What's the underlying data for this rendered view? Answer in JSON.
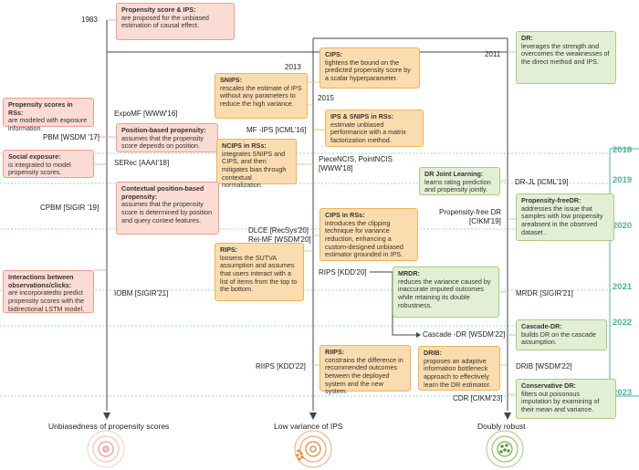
{
  "years": [
    "2018",
    "2019",
    "2020",
    "2021",
    "2022",
    "2023"
  ],
  "methods": [
    {
      "id": "m1983",
      "text": "1983"
    },
    {
      "id": "m2013",
      "text": "2013"
    },
    {
      "id": "m2015",
      "text": "2015"
    },
    {
      "id": "m2011",
      "text": "2011"
    },
    {
      "id": "mexpomf",
      "text": "ExpoMF [WWW'16]"
    },
    {
      "id": "mpbm",
      "text": "PBM [WSDM '17]"
    },
    {
      "id": "mmfips",
      "text": "MF -IPS [ICML'16]"
    },
    {
      "id": "mserec",
      "text": "SERec [AAAI'18]"
    },
    {
      "id": "mpiece1",
      "text": "PieceNCIS, PointNCIS"
    },
    {
      "id": "mpiece2",
      "text": "[WWW'18]"
    },
    {
      "id": "mdrjl",
      "text": "DR-JL [ICML'19]"
    },
    {
      "id": "mcpbm",
      "text": "CPBM [SIGIR '19]"
    },
    {
      "id": "mpfree1",
      "text": "Propensity-free DR"
    },
    {
      "id": "mpfree2",
      "text": "[CIKM'19]"
    },
    {
      "id": "mdlce",
      "text": "DLCE [RecSys'20]"
    },
    {
      "id": "mrelmf",
      "text": "Rel-MF [WSDM'20]"
    },
    {
      "id": "mrips",
      "text": "RIPS [KDD'20]"
    },
    {
      "id": "miobm",
      "text": "IOBM [SIGIR'21]"
    },
    {
      "id": "mmrdr",
      "text": "MRDR [SIGIR'21]"
    },
    {
      "id": "mcascade",
      "text": "Cascade -DR [WSDM'22]"
    },
    {
      "id": "mriips",
      "text": "RIIPS [KDD'22]"
    },
    {
      "id": "mdrib",
      "text": "DRIB [WSDM'22]"
    },
    {
      "id": "mcdr",
      "text": "CDR [CIKM'23]"
    }
  ],
  "boxes": [
    {
      "id": "b1",
      "title": "Propensity score & IPS:",
      "text": "are proposed for the unbiased estimation of causal effect."
    },
    {
      "id": "b2",
      "title": "CIPS:",
      "text": "tightens the bound on the predicted propensity score by a scalar hyperparameter."
    },
    {
      "id": "b3",
      "title": "DR:",
      "text": "leverages the strength and overcomes the weaknesses of the direct method and IPS."
    },
    {
      "id": "b4",
      "title": "SNIPS:",
      "text": "rescales the estimate of IPS without any parameters to reduce the high variance."
    },
    {
      "id": "b5",
      "title": "Propensity scores in RSs:",
      "text": "are modeled with exposure information."
    },
    {
      "id": "b6",
      "title": "Position-based propensity:",
      "text": "assumes that the propensity score depends on position."
    },
    {
      "id": "b7",
      "title": "IPS & SNIPS in RSs:",
      "text": "estimate unbiased performance with a matrix factorization method."
    },
    {
      "id": "b8",
      "title": "Social exposure:",
      "text": "is integrated to model propensity scores."
    },
    {
      "id": "b9",
      "title": "NCIPS in RSs:",
      "text": "integrates SNIPS and CIPS, and then mitigates bias through contextual normalization."
    },
    {
      "id": "b10",
      "title": "DR Joint Learning:",
      "text": "learns rating prediction and propensity jointly."
    },
    {
      "id": "b11",
      "title": "Contextual position-based propensity:",
      "text": "assumes that the propensity score is determined by position and query context features."
    },
    {
      "id": "b12",
      "title": "Propensity-freeDR:",
      "text": "addresses the issue that samples with low propensity areabsent in the observed dataset ."
    },
    {
      "id": "b13",
      "title": "CIPS in RSs:",
      "text": "introduces the clipping technique for variance reduction, enhancing a custom-designed unbiased estimator grounded in IPS."
    },
    {
      "id": "b14",
      "title": "RIPS:",
      "text": "loosens the SUTVA assumption and assumes that users interact with a list of items from the top to the bottom."
    },
    {
      "id": "b15",
      "title": "Interactions between observations/clicks:",
      "text": "are incorporatedto predict propensity scores with the bidirectional LSTM model."
    },
    {
      "id": "b16",
      "title": "MRDR:",
      "text": "reduces the variance caused by inaccurate imputed outcomes while retaining its double robustness."
    },
    {
      "id": "b17",
      "title": "Cascade-DR:",
      "text": "builds DR on the cascade assumption."
    },
    {
      "id": "b18",
      "title": "RIIPS:",
      "text": "constrains the difference in recommended outcomes between the deployed system and the new system."
    },
    {
      "id": "b19",
      "title": "DRIB:",
      "text": "proposes an adaptive information bottleneck approach to effectively learn the DR estimator."
    },
    {
      "id": "b20",
      "title": "Conservative DR:",
      "text": "filters out poisonous imputation by examining of their mean and variance."
    }
  ],
  "captions": [
    "Unbiasedness of propensity scores",
    "Low variance of IPS",
    "Doubly robust"
  ],
  "colors": {
    "pink": "#fadcd4",
    "pink_border": "#ef9d8e",
    "orange": "#fbdcae",
    "orange_border": "#f0b25a",
    "green": "#e3efd5",
    "green_border": "#a6cb83",
    "year": "#49b59e"
  }
}
